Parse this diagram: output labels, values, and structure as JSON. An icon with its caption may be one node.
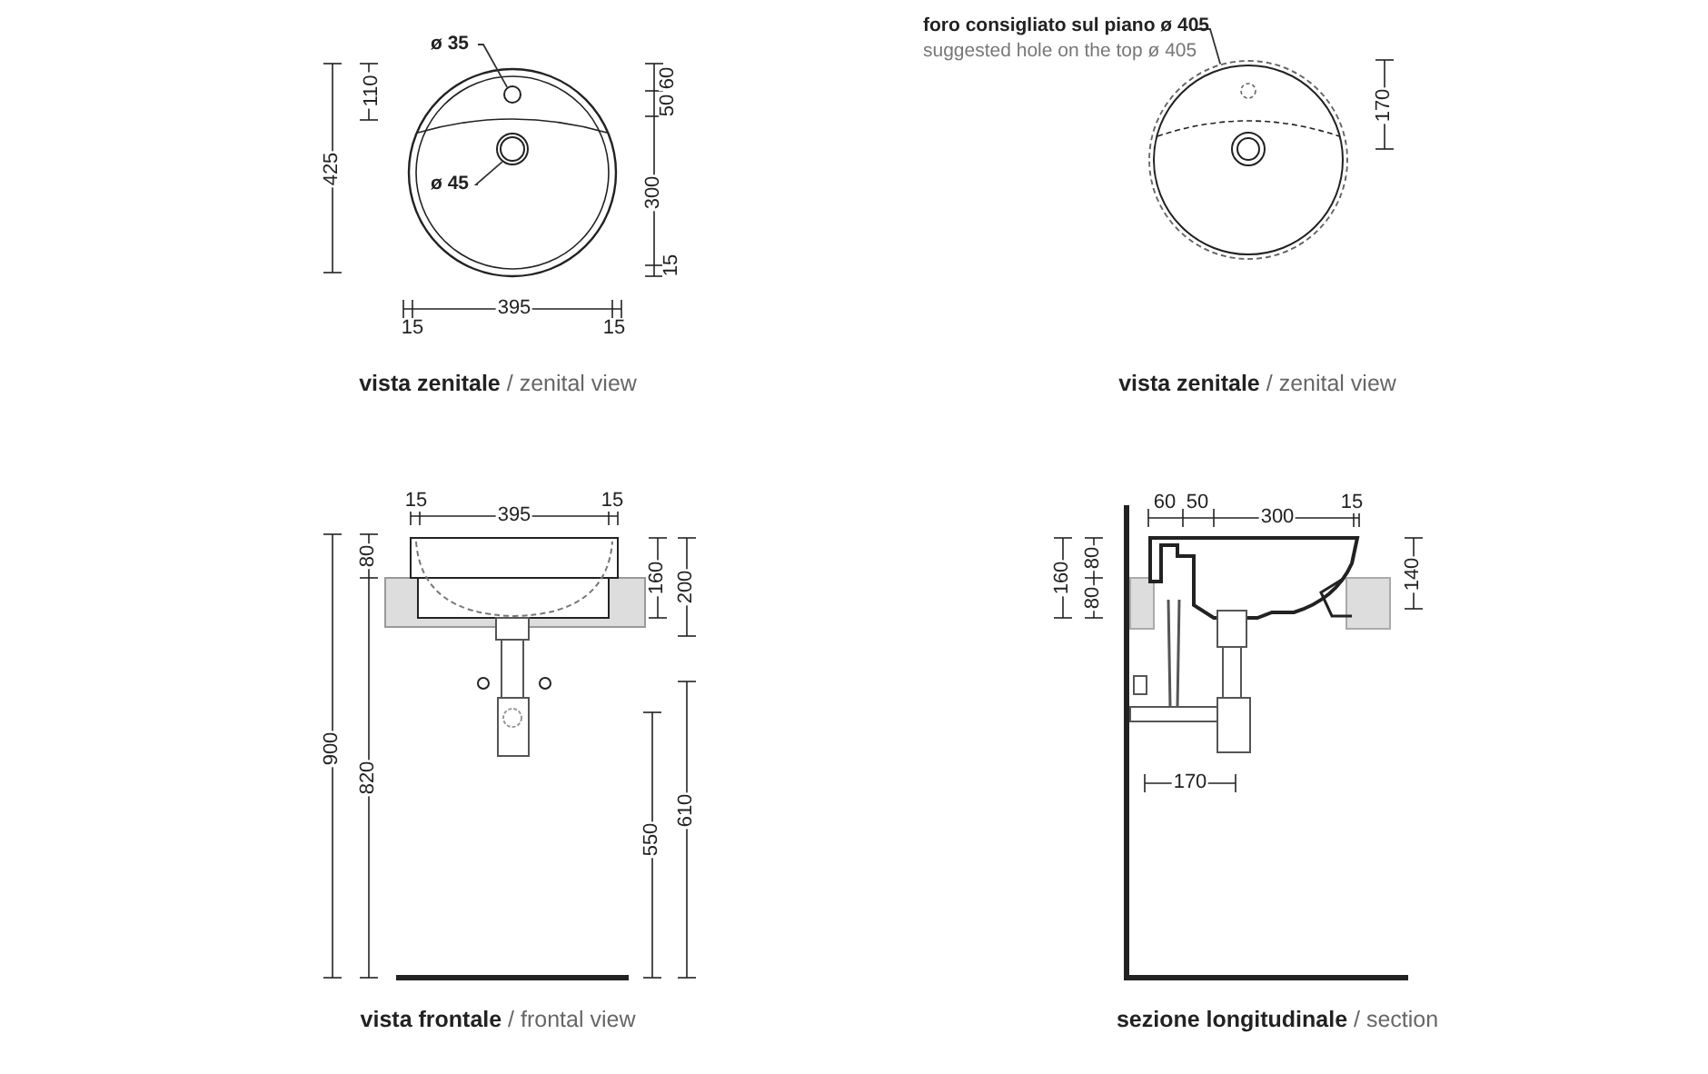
{
  "diagram": {
    "nodes": [
      {
        "text": [
          "ø 35"
        ]
      },
      {
        "text": [],
        "shape": "circle"
      },
      {
        "text": [
          "ø 45"
        ]
      },
      {
        "text": [],
        "shape": "circle"
      },
      {
        "text": [
          "foro consigliato sul piano ø 405",
          "suggested hole on the top ø 405"
        ]
      },
      {
        "text": [],
        "shape": "circle"
      }
    ],
    "edges": [
      {
        "from": 0,
        "to": 1,
        "arrow": "none"
      },
      {
        "from": 2,
        "to": 3,
        "arrow": "none"
      },
      {
        "from": 4,
        "to": 5,
        "arrow": "none"
      }
    ],
    "labels": [
      "110",
      "425",
      "50",
      "60",
      "300",
      "15",
      "15",
      "395",
      "15",
      "**vista zenitale** / zenital view",
      "170",
      "**vista zenitale** / zenital view",
      "15",
      "395",
      "15",
      "80",
      "160",
      "200",
      "900",
      "820",
      "550",
      "610",
      "**vista frontale** / frontal view",
      "60",
      "50",
      "300",
      "15",
      "160",
      "80",
      "80",
      "140",
      "170",
      "**sezione longitudinale** / section"
    ]
  }
}
